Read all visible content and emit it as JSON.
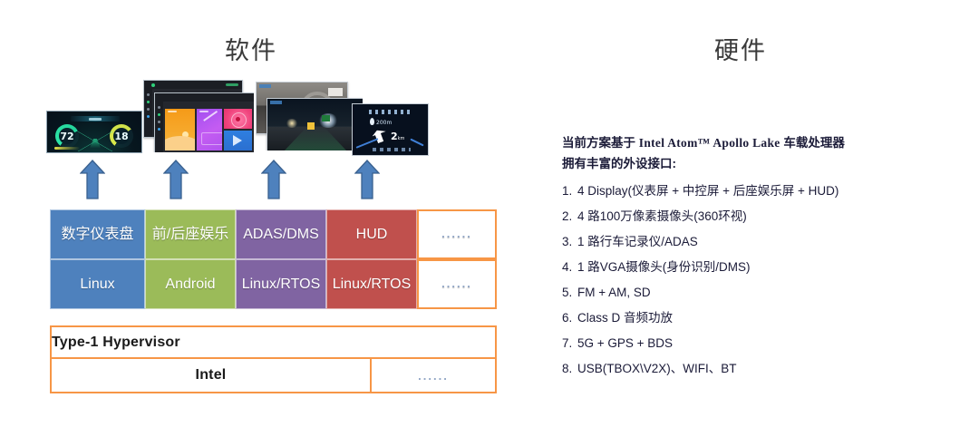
{
  "sections": {
    "software_title": "软件",
    "hardware_title": "硬件"
  },
  "thumbnails": [
    {
      "name": "digital-cluster",
      "gauge_left": "72",
      "gauge_right": "18"
    },
    {
      "name": "android-infotainment"
    },
    {
      "name": "dashcam-adas-view"
    },
    {
      "name": "hud-navigation",
      "distance": "200m",
      "turn_distance": "2",
      "turn_unit": "km"
    }
  ],
  "os_stack": {
    "columns": [
      {
        "app": "数字仪表盘",
        "os": "Linux",
        "color": "#4e81bd"
      },
      {
        "app": "前/后座娱乐",
        "os": "Android",
        "color": "#9bbb59"
      },
      {
        "app": "ADAS/DMS",
        "os": "Linux/RTOS",
        "color": "#8064a2"
      },
      {
        "app": "HUD",
        "os": "Linux/RTOS",
        "color": "#c0504d"
      },
      {
        "app": "......",
        "os": "......",
        "color": "#ffffff"
      }
    ]
  },
  "platform": {
    "hypervisor_label": "Type-1 Hypervisor",
    "vendor_label": "Intel",
    "vendor_extra": "......"
  },
  "hardware": {
    "heading_line1_prefix": "当前方案基于 ",
    "heading_line1_product": "Intel Atom™ Apollo Lake",
    "heading_line1_suffix": " 车载处理器",
    "heading_line2": "拥有丰富的外设接口:",
    "items": [
      {
        "num": "1.",
        "text": "4 Display(仪表屏 + 中控屏 + 后座娱乐屏 + HUD)"
      },
      {
        "num": "2.",
        "text": "4 路100万像素摄像头(360环视)"
      },
      {
        "num": "3.",
        "text": "1 路行车记录仪/ADAS"
      },
      {
        "num": "4.",
        "text": "1 路VGA摄像头(身份识别/DMS)"
      },
      {
        "num": "5.",
        "text": "FM + AM, SD"
      },
      {
        "num": "6.",
        "text": "Class D 音频功放"
      },
      {
        "num": "7.",
        "text": "5G + GPS + BDS"
      },
      {
        "num": "8.",
        "text": "USB(TBOX\\V2X)、WIFI、BT"
      }
    ]
  },
  "colors": {
    "accent_orange": "#f79646",
    "blue": "#4e81bd",
    "green": "#9bbb59",
    "purple": "#8064a2",
    "red": "#c0504d",
    "text_navy": "#1b1b38"
  }
}
